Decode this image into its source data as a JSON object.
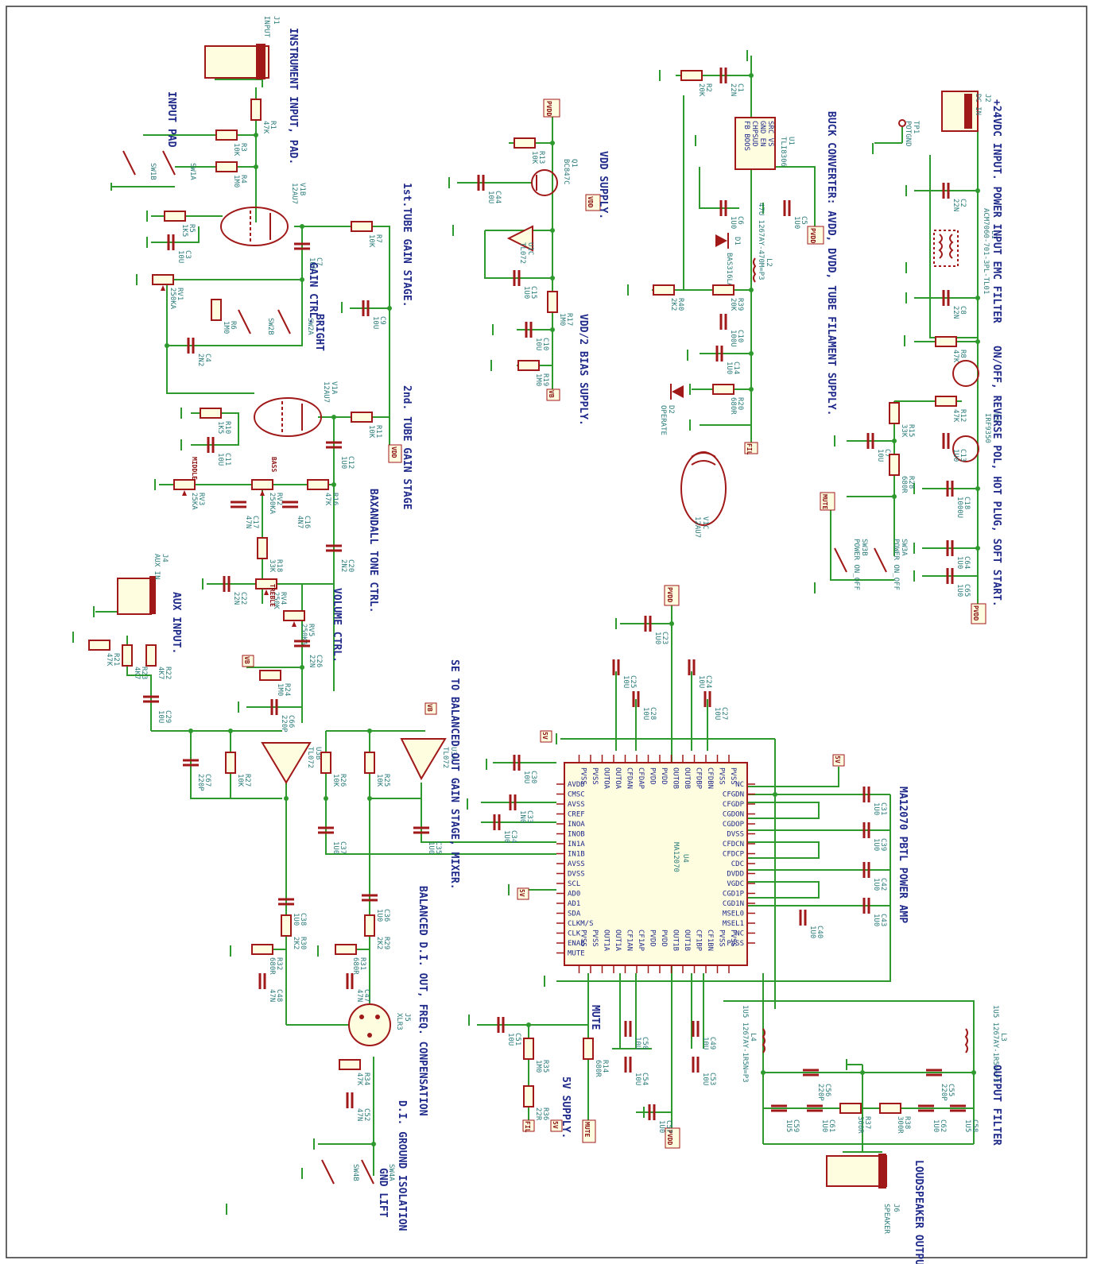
{
  "sections": {
    "instrument_input": "INSTRUMENT INPUT, PAD.",
    "input_pad": "INPUT PAD",
    "tube1": "1st.TUBE GAIN STAGE.",
    "gain_ctrl": "GAIN CTRL.",
    "bright": "BRIGHT",
    "tube2": "2nd. TUBE GAIN STAGE",
    "tone": "BAXANDALL TONE CTRL.",
    "volume": "VOLUME CTRL.",
    "aux_input": "AUX INPUT.",
    "se_balanced": "SE TO BALANCED OUT GAIN STAGE, MIXER.",
    "balanced_di": "BALANCED D.I. OUT, FREQ. CONPENSATION",
    "di_ground": "D.I. GROUND ISOLATION",
    "gnd_lift": "GND LIFT",
    "vdd_supply": "VDD SUPPLY.",
    "vdd2_bias": "VDD/2 BIAS SUPPLY.",
    "buck": "BUCK CONVERTER: AVDD, DVDD, TUBE FILAMENT SUPPLY.",
    "power_input": "+24VDC INPUT.  POWER INPUT EMC FILTER",
    "on_off": "ON/OFF, REVERSE POL, HOT PLUG, SOFT START.",
    "power_amp": "MA12070 PBTL POWER AMP",
    "output_filter": "OUTPUT FILTER",
    "loudspeaker": "LOUDSPEAKER OUTPUT",
    "supply_5v": "5V SUPPLY.",
    "mute": "MUTE",
    "operate": "OPERATE",
    "potgnd": "POTGND",
    "power_on_off_a": "POWER ON_OFF",
    "power_on_off_b": "POWER ON_OFF",
    "treble": "TREBLE",
    "bass": "BASS",
    "middle": "MIDDLE"
  },
  "connectors": {
    "j1": "J1",
    "j1_name": "INPUT",
    "j2": "J2",
    "j2_name": "DC IN",
    "j4": "J4",
    "j4_name": "AUX IN",
    "j5": "J5",
    "j5_name": "XLR3",
    "j6": "J6",
    "j6_name": "SPEAKER"
  },
  "nets": {
    "pvdd": "PVDD",
    "vdd": "VDD",
    "vb": "VB",
    "fil": "FIL",
    "fiveV": "5V",
    "mute": "MUTE"
  },
  "ic": {
    "ref": "U4",
    "name": "MA12070",
    "left_pins": [
      "AVDD",
      "CMSC",
      "AVSS",
      "CREF",
      "INOA",
      "INOB",
      "IN1A",
      "IN1B",
      "AVSS",
      "DVSS",
      "SCL",
      "AD0",
      "AD1",
      "SDA",
      "CLKM/S",
      "CLK",
      "ENAB",
      "MUTE"
    ],
    "right_pins": [
      "NC",
      "CFGDN",
      "CFGDP",
      "CGDON",
      "CGDOP",
      "DVSS",
      "CFDCN",
      "CFDCP",
      "CDC",
      "DVDD",
      "VGDC",
      "CGD1P",
      "CGD1N",
      "MSEL0",
      "MSEL1",
      "NC",
      "PVSS"
    ],
    "top_pins": [
      "PVSS",
      "PVSS",
      "CFDBN",
      "CFDBP",
      "OUTOB",
      "OUTOB",
      "PVDD",
      "PVDD",
      "CFDAP",
      "CFDAN",
      "OUTOA",
      "OUTOA",
      "PVSS",
      "PVSS"
    ],
    "bottom_pins": [
      "PVSS",
      "PVSS",
      "CF1BN",
      "CF1BP",
      "OUT1B",
      "OUT1B",
      "PVDD",
      "PVDD",
      "CF1AP",
      "CF1AN",
      "OUT1A",
      "OUT1A",
      "PVSS",
      "PVSS"
    ]
  },
  "buck_ic": {
    "ref": "U1",
    "name": "TLI8306",
    "pins": [
      "SRC VS",
      "GND EN",
      "CHPSUD",
      "FB BOOS"
    ]
  },
  "tubes": {
    "v1b": "V1B",
    "v1b_type": "12AU7",
    "v1a": "V1A",
    "v1a_type": "12AU7",
    "v1c": "V1C",
    "v1c_type": "12AU7"
  },
  "mosfets": {
    "u5": "U5",
    "u5_type": "IRF9350"
  },
  "transistor": {
    "q1": "Q1",
    "q1_type": "BC847C"
  },
  "opamps": {
    "u1c": "U1C",
    "u1c_type": "TL072",
    "u3b": "U3B",
    "u3b_type": "TL072",
    "u3a": "U3A",
    "u3a_type": "TL072"
  },
  "diodes": {
    "d1": "D1",
    "d1_type": "BAS316LA",
    "d2": "D2"
  },
  "inductors": {
    "l1": "L1",
    "l1_val": "ACM7060-701-3PL-TL01",
    "l2": "L2",
    "l2_val": "47U 1267AY-470M=P3",
    "l3": "L3",
    "l3_val": "1U5 1267AY-1R5N=P3",
    "l4": "L4",
    "l4_val": "1U5 1267AY-1R5N=P3"
  },
  "components": [
    {
      "id": "r1",
      "ref": "R1",
      "val": "47K"
    },
    {
      "id": "r3",
      "ref": "R3",
      "val": "10K"
    },
    {
      "id": "r4",
      "ref": "R4",
      "val": "1M0"
    },
    {
      "id": "r5",
      "ref": "R5",
      "val": "1K5"
    },
    {
      "id": "r7",
      "ref": "R7",
      "val": "10K"
    },
    {
      "id": "r6",
      "ref": "R6",
      "val": "1M0"
    },
    {
      "id": "c3",
      "ref": "C3",
      "val": "10U"
    },
    {
      "id": "c7",
      "ref": "C7",
      "val": "1U5"
    },
    {
      "id": "c9",
      "ref": "C9",
      "val": "10U"
    },
    {
      "id": "rv1",
      "ref": "RV1",
      "val": "250KA"
    },
    {
      "id": "c4",
      "ref": "C4",
      "val": "2N2"
    },
    {
      "id": "r10",
      "ref": "R10",
      "val": "1K5"
    },
    {
      "id": "c11",
      "ref": "C11",
      "val": "10U"
    },
    {
      "id": "r11",
      "ref": "R11",
      "val": "10K"
    },
    {
      "id": "c12",
      "ref": "C12",
      "val": "1U0"
    },
    {
      "id": "rv3",
      "ref": "RV3",
      "val": "25KA"
    },
    {
      "id": "rv2",
      "ref": "RV2",
      "val": "250KA"
    },
    {
      "id": "r16",
      "ref": "R16",
      "val": "47K"
    },
    {
      "id": "c16",
      "ref": "C16",
      "val": "4N7"
    },
    {
      "id": "c17",
      "ref": "C17",
      "val": "47N"
    },
    {
      "id": "r18",
      "ref": "R18",
      "val": "33K"
    },
    {
      "id": "c20",
      "ref": "C20",
      "val": "2N2"
    },
    {
      "id": "c22",
      "ref": "C22",
      "val": "22N"
    },
    {
      "id": "rv4",
      "ref": "RV4",
      "val": "250K"
    },
    {
      "id": "rv5",
      "ref": "RV5",
      "val": "250KA"
    },
    {
      "id": "c26",
      "ref": "C26",
      "val": "22N"
    },
    {
      "id": "r24",
      "ref": "R24",
      "val": "1M0"
    },
    {
      "id": "c66",
      "ref": "C66",
      "val": "220P"
    },
    {
      "id": "r21",
      "ref": "R21",
      "val": "47K"
    },
    {
      "id": "r23",
      "ref": "R23",
      "val": "4K7"
    },
    {
      "id": "r22",
      "ref": "R22",
      "val": "4K7"
    },
    {
      "id": "c29",
      "ref": "C29",
      "val": "10U"
    },
    {
      "id": "c67",
      "ref": "C67",
      "val": "220P"
    },
    {
      "id": "r27",
      "ref": "R27",
      "val": "10K"
    },
    {
      "id": "r26",
      "ref": "R26",
      "val": "10K"
    },
    {
      "id": "r25",
      "ref": "R25",
      "val": "10K"
    },
    {
      "id": "c37",
      "ref": "C37",
      "val": "1U0"
    },
    {
      "id": "c35",
      "ref": "C35",
      "val": "1U0"
    },
    {
      "id": "c38",
      "ref": "C38",
      "val": "1U0"
    },
    {
      "id": "c36",
      "ref": "C36",
      "val": "1U0"
    },
    {
      "id": "r32",
      "ref": "R32",
      "val": "680R"
    },
    {
      "id": "r30",
      "ref": "R30",
      "val": "2K2"
    },
    {
      "id": "r31",
      "ref": "R31",
      "val": "680R"
    },
    {
      "id": "r29",
      "ref": "R29",
      "val": "2K2"
    },
    {
      "id": "c48",
      "ref": "C48",
      "val": "47N"
    },
    {
      "id": "c47",
      "ref": "C47",
      "val": "47N"
    },
    {
      "id": "r34",
      "ref": "R34",
      "val": "47K"
    },
    {
      "id": "c52",
      "ref": "C52",
      "val": "47N"
    },
    {
      "id": "r13",
      "ref": "R13",
      "val": "10K"
    },
    {
      "id": "c44",
      "ref": "C44",
      "val": "10U"
    },
    {
      "id": "c15",
      "ref": "C15",
      "val": "1U0"
    },
    {
      "id": "r17",
      "ref": "R17",
      "val": "1M0"
    },
    {
      "id": "c10",
      "ref": "C10",
      "val": "10U"
    },
    {
      "id": "r19",
      "ref": "R19",
      "val": "1M0"
    },
    {
      "id": "r2",
      "ref": "R2",
      "val": "20K"
    },
    {
      "id": "c1",
      "ref": "C1",
      "val": "22N"
    },
    {
      "id": "c6",
      "ref": "C6",
      "val": "1U0"
    },
    {
      "id": "c5",
      "ref": "C5",
      "val": "1U0"
    },
    {
      "id": "r40",
      "ref": "R40",
      "val": "2K2"
    },
    {
      "id": "r39",
      "ref": "R39",
      "val": "20K"
    },
    {
      "id": "c100",
      "ref": "C10",
      "val": "100U"
    },
    {
      "id": "c14",
      "ref": "C14",
      "val": "1U0"
    },
    {
      "id": "r20",
      "ref": "R20",
      "val": "680R"
    },
    {
      "id": "c2",
      "ref": "C2",
      "val": "22N"
    },
    {
      "id": "c8",
      "ref": "C8",
      "val": "22N"
    },
    {
      "id": "r8",
      "ref": "R8",
      "val": "47K"
    },
    {
      "id": "r15",
      "ref": "R15",
      "val": "33K"
    },
    {
      "id": "r12",
      "ref": "R12",
      "val": "47K"
    },
    {
      "id": "c13",
      "ref": "C13",
      "val": "1U0"
    },
    {
      "id": "c7b",
      "ref": "C7",
      "val": "10U"
    },
    {
      "id": "r28",
      "ref": "R28",
      "val": "680R"
    },
    {
      "id": "c18",
      "ref": "C18",
      "val": "1000U"
    },
    {
      "id": "c64",
      "ref": "C64",
      "val": "1U0"
    },
    {
      "id": "c65",
      "ref": "C65",
      "val": "1U0"
    },
    {
      "id": "c23",
      "ref": "C23",
      "val": "1U0"
    },
    {
      "id": "c25",
      "ref": "C25",
      "val": "10U"
    },
    {
      "id": "c28",
      "ref": "C28",
      "val": "10U"
    },
    {
      "id": "c24",
      "ref": "C24",
      "val": "10U"
    },
    {
      "id": "c27",
      "ref": "C27",
      "val": "10U"
    },
    {
      "id": "c30",
      "ref": "C30",
      "val": "10U"
    },
    {
      "id": "c33",
      "ref": "C33",
      "val": "1N0"
    },
    {
      "id": "c34",
      "ref": "C34",
      "val": "1U0"
    },
    {
      "id": "c31",
      "ref": "C31",
      "val": "1U0"
    },
    {
      "id": "c39",
      "ref": "C39",
      "val": "1U0"
    },
    {
      "id": "c42",
      "ref": "C42",
      "val": "1U0"
    },
    {
      "id": "c43",
      "ref": "C43",
      "val": "1U0"
    },
    {
      "id": "c40",
      "ref": "C40",
      "val": "1U0"
    },
    {
      "id": "c51",
      "ref": "C51",
      "val": "10U"
    },
    {
      "id": "r35",
      "ref": "R35",
      "val": "1M0"
    },
    {
      "id": "r36",
      "ref": "R36",
      "val": "22R"
    },
    {
      "id": "r14",
      "ref": "R14",
      "val": "680R"
    },
    {
      "id": "c50",
      "ref": "C50",
      "val": "10U"
    },
    {
      "id": "c54",
      "ref": "C54",
      "val": "10U"
    },
    {
      "id": "c57",
      "ref": "C57",
      "val": "1U0"
    },
    {
      "id": "c49",
      "ref": "C49",
      "val": "10U"
    },
    {
      "id": "c53",
      "ref": "C53",
      "val": "10U"
    },
    {
      "id": "c56",
      "ref": "C56",
      "val": "220P"
    },
    {
      "id": "c55",
      "ref": "C55",
      "val": "220P"
    },
    {
      "id": "c59",
      "ref": "C59",
      "val": "1U5"
    },
    {
      "id": "c61",
      "ref": "C61",
      "val": "1U0"
    },
    {
      "id": "r37",
      "ref": "R37",
      "val": "300R"
    },
    {
      "id": "r38",
      "ref": "R38",
      "val": "300R"
    },
    {
      "id": "c62",
      "ref": "C62",
      "val": "1U0"
    },
    {
      "id": "c58",
      "ref": "C58",
      "val": "1U5"
    }
  ],
  "switches": {
    "sw1b": "SW1B",
    "sw1a": "SW1A",
    "sw2b": "SW2B",
    "sw2a": "SW2A",
    "sw3b": "SW3B",
    "sw3a": "SW3A",
    "sw4b": "SW4B",
    "sw4a": "SW4A"
  },
  "testpoint": {
    "tp1": "TP1"
  }
}
